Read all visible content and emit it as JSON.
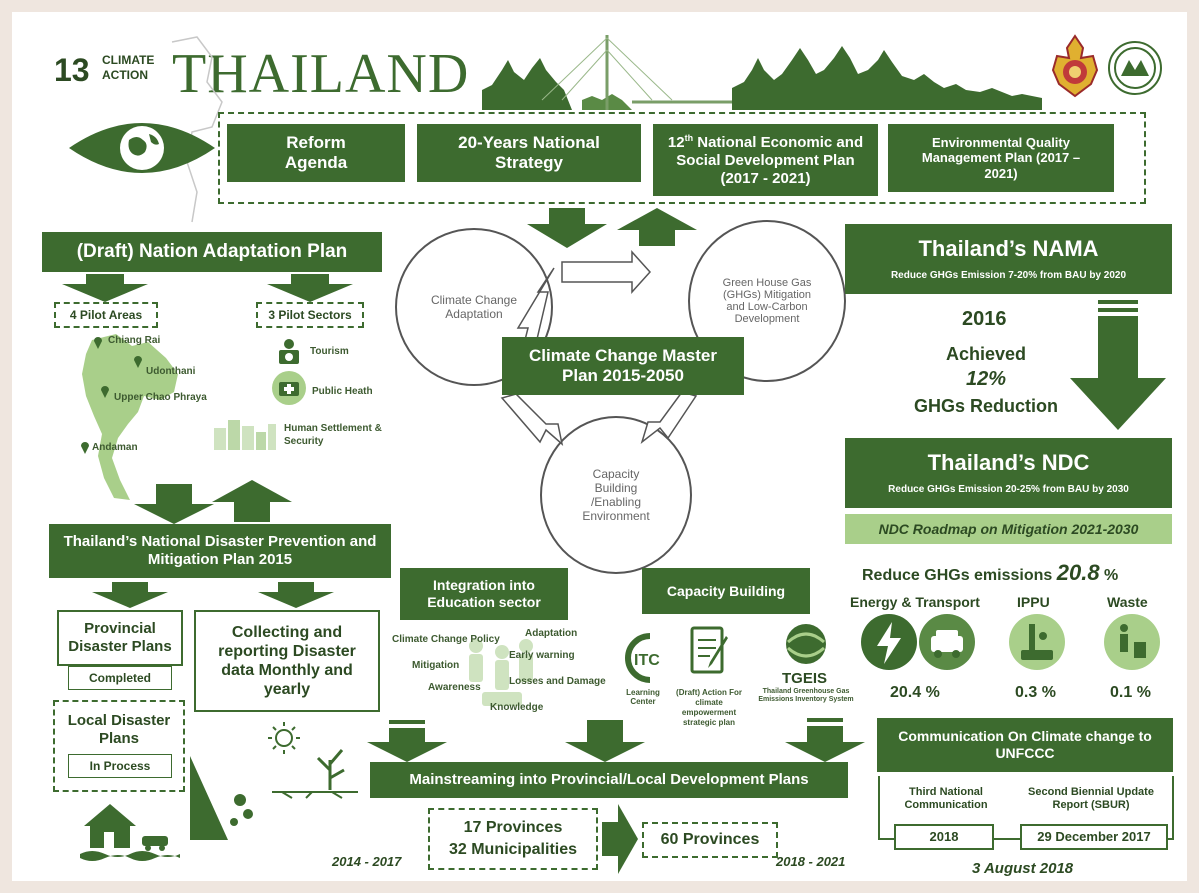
{
  "header": {
    "sdg_number": "13",
    "sdg_line1": "CLIMATE",
    "sdg_line2": "ACTION",
    "country": "THAILAND"
  },
  "top_boxes": [
    {
      "label": "Reform Agenda"
    },
    {
      "label": "20-Years National Strategy"
    },
    {
      "label_pre": "12",
      "label_sup": "th",
      "label_post": " National Economic and Social Development Plan (2017 - 2021)"
    },
    {
      "label": "Environmental Quality Management Plan (2017 – 2021)"
    }
  ],
  "nap": {
    "title": "(Draft) Nation Adaptation Plan",
    "pilot_areas_title": "4 Pilot Areas",
    "pilot_sectors_title": "3 Pilot Sectors",
    "areas": [
      "Chiang Rai",
      "Udonthani",
      "Upper Chao Phraya",
      "Andaman"
    ],
    "sectors": [
      "Tourism",
      "Public Heath",
      "Human Settlement & Security"
    ]
  },
  "master_plan": {
    "title": "Climate Change Master Plan 2015-2050",
    "circle_left": "Climate Change Adaptation",
    "circle_right": "Green House Gas (GHGs) Mitigation and Low-Carbon Development",
    "circle_bottom": "Capacity Building /Enabling Environment"
  },
  "nama": {
    "title": "Thailand’s NAMA",
    "subtitle": "Reduce GHGs Emission 7-20% from BAU by 2020",
    "year": "2016",
    "achieved": "Achieved",
    "percent": "12%",
    "reduction": "GHGs Reduction"
  },
  "ndc": {
    "title": "Thailand’s NDC",
    "subtitle": "Reduce GHGs Emission 20-25% from BAU by 2030",
    "roadmap": "NDC Roadmap on Mitigation 2021-2030",
    "reduce_prefix": "Reduce GHGs emissions",
    "reduce_value": "20.8",
    "reduce_unit": "%",
    "sectors": [
      {
        "name": "Energy & Transport",
        "value": "20.4 %"
      },
      {
        "name": "IPPU",
        "value": "0.3 %"
      },
      {
        "name": "Waste",
        "value": "0.1 %"
      }
    ]
  },
  "disaster": {
    "title": "Thailand’s National Disaster Prevention and Mitigation Plan 2015",
    "provincial": "Provincial Disaster Plans",
    "provincial_status": "Completed",
    "local": "Local Disaster Plans",
    "local_status": "In Process",
    "collecting": "Collecting and reporting Disaster data Monthly and yearly"
  },
  "education": {
    "title": "Integration into Education sector",
    "words": [
      "Climate Change Policy",
      "Adaptation",
      "Early warning",
      "Mitigation",
      "Losses and Damage",
      "Awareness",
      "Knowledge"
    ]
  },
  "capacity": {
    "title": "Capacity Building",
    "itc_logo": "ITC",
    "itc_label": "Learning Center",
    "action_label": "(Draft) Action For climate empowerment strategic plan",
    "tgeis": "TGEIS",
    "tgeis_label": "Thailand Greenhouse Gas Emissions Inventory System"
  },
  "mainstreaming": {
    "title": "Mainstreaming into Provincial/Local  Development Plans",
    "left_line1": "17 Provinces",
    "left_line2": "32 Municipalities",
    "right": "60 Provinces",
    "left_years": "2014 - 2017",
    "right_years": "2018 - 2021"
  },
  "unfccc": {
    "title": "Communication On Climate change to UNFCCC",
    "tnc": "Third National Communication",
    "tnc_date": "2018",
    "sbur": "Second Biennial Update Report (SBUR)",
    "sbur_date": "29 December 2017",
    "date": "3 August 2018"
  },
  "colors": {
    "dark_green": "#3d6b2f",
    "light_green": "#a9cf8a",
    "text_green": "#2c4a22"
  }
}
